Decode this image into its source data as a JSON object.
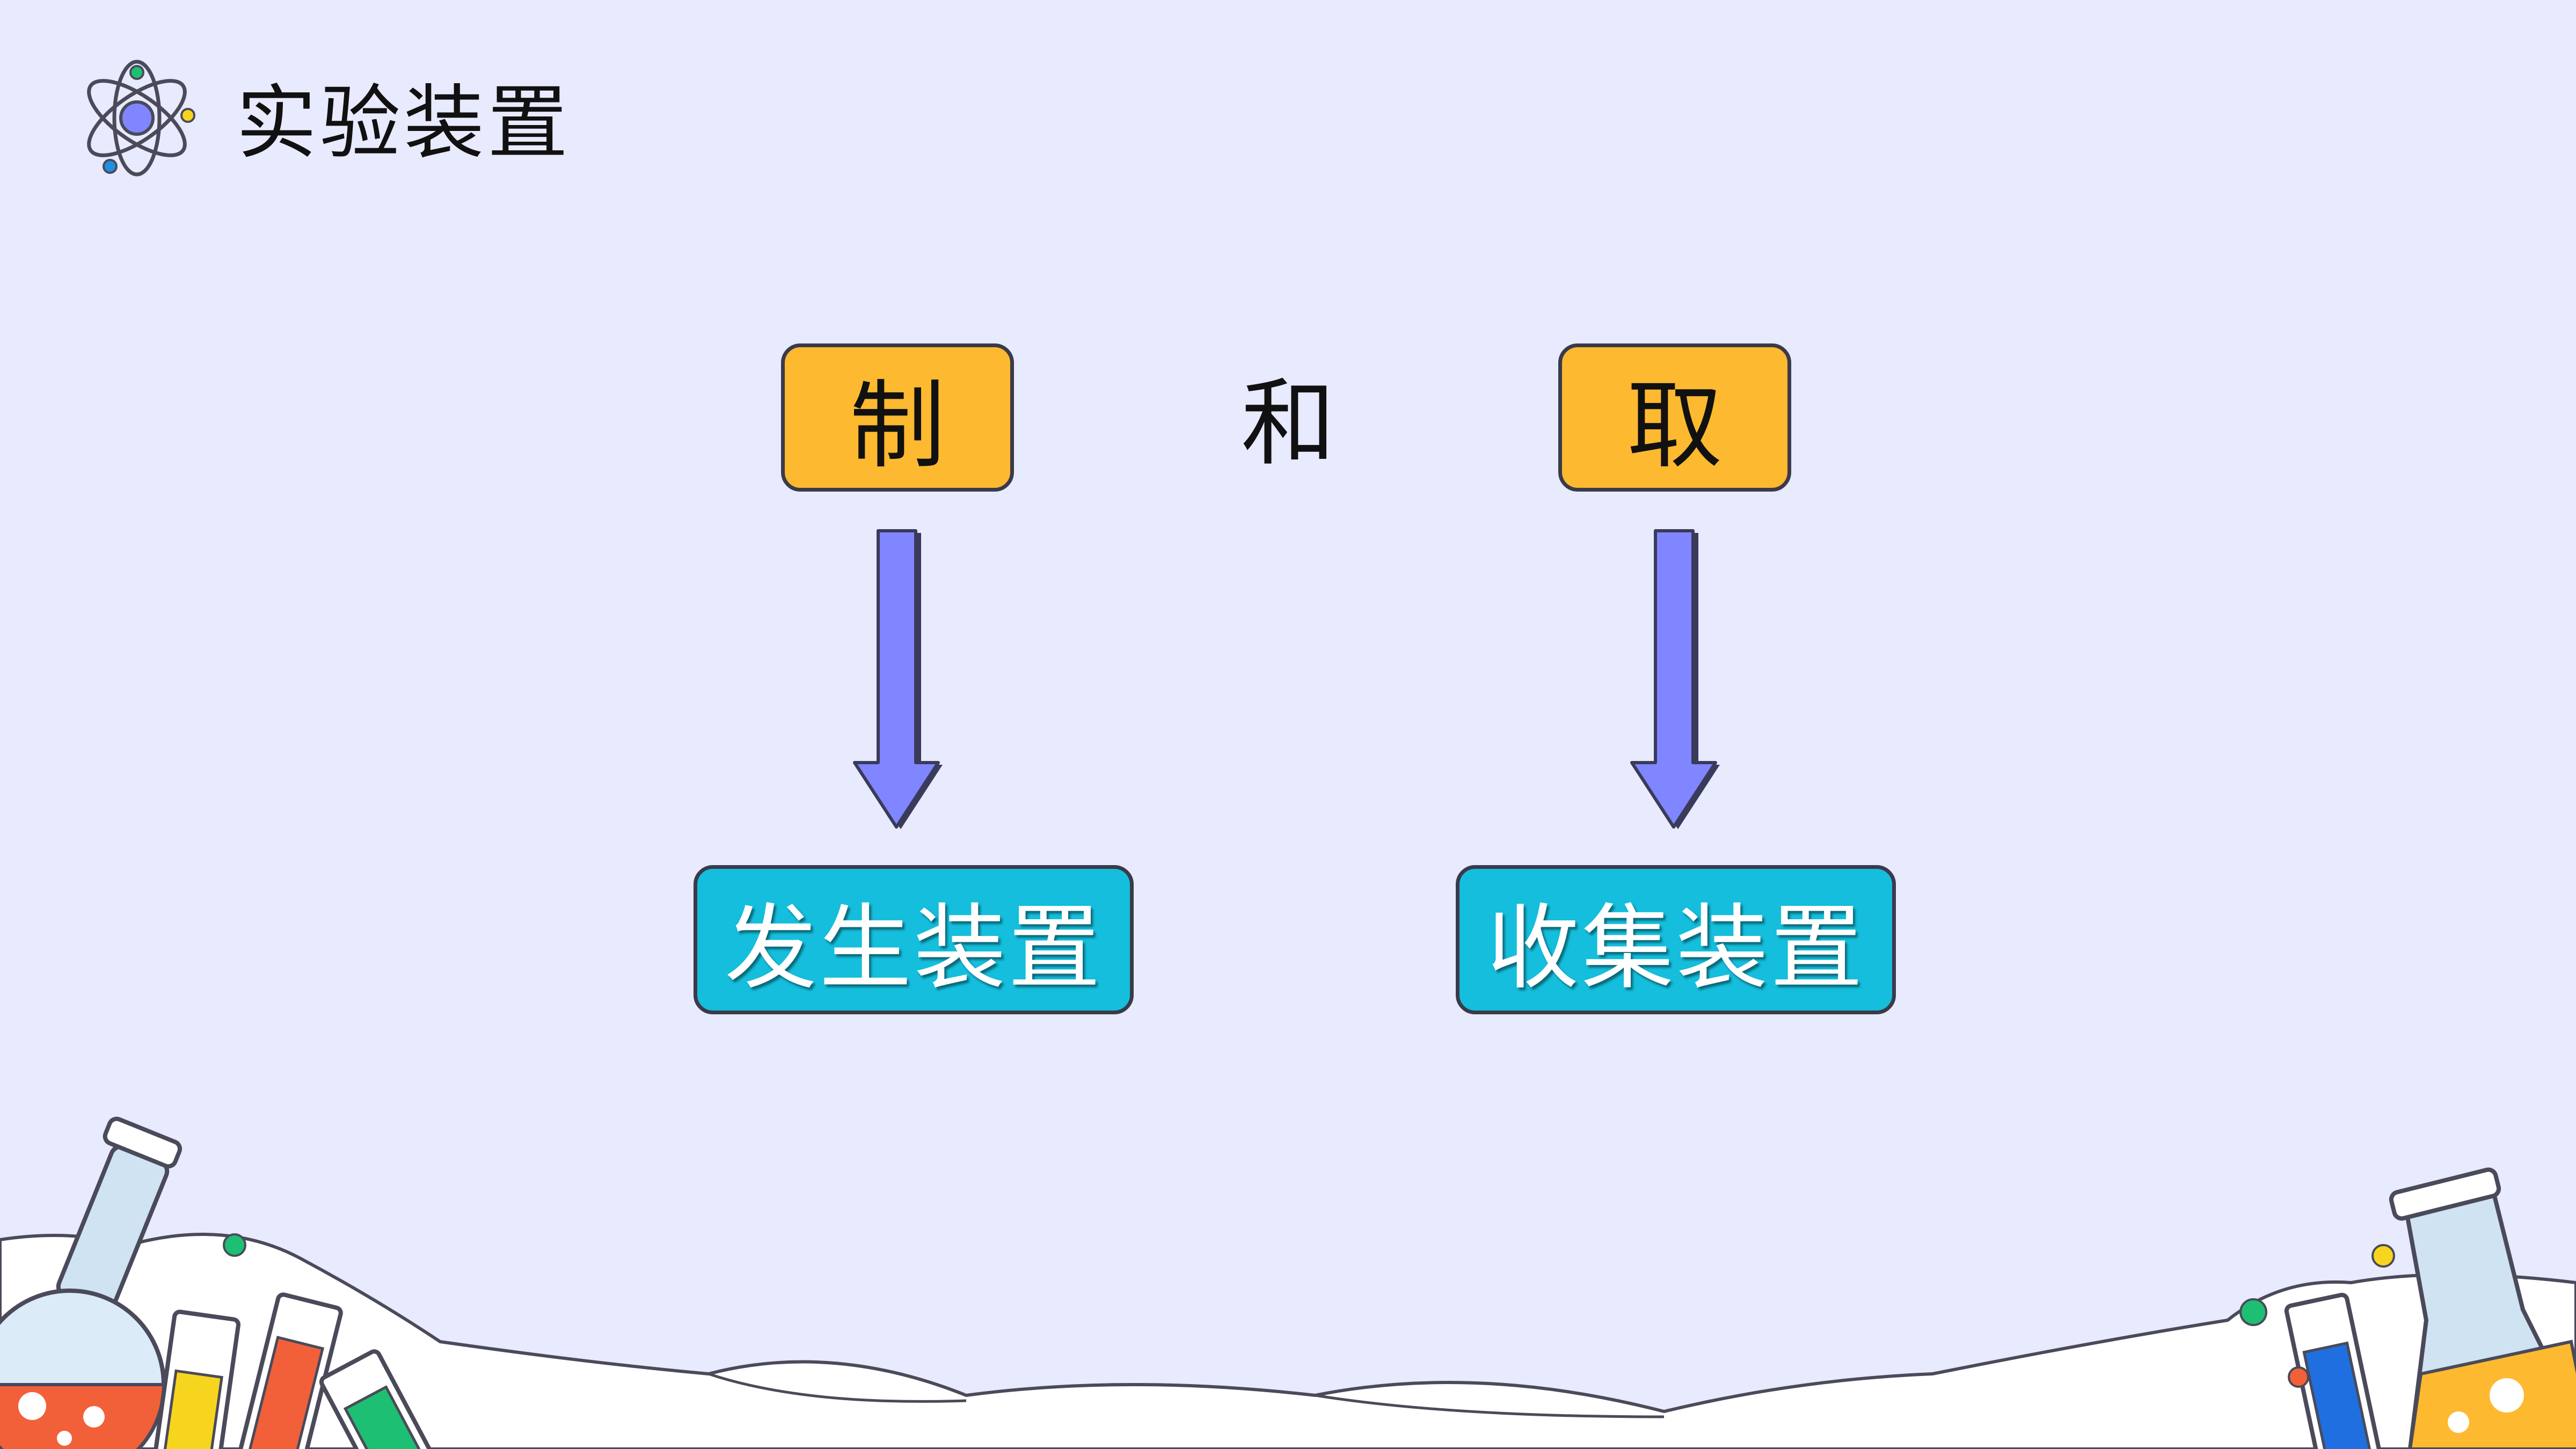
{
  "header": {
    "title": "实验装置",
    "icon": "atom-icon"
  },
  "diagram": {
    "top_left": "制",
    "connector": "和",
    "top_right": "取",
    "bottom_left": "发生装置",
    "bottom_right": "收集装置"
  },
  "colors": {
    "background": "#E8EAFD",
    "top_box": "#FDB930",
    "bottom_box": "#14BEDC",
    "arrow": "#7F86FF",
    "outline": "#3A3A4A"
  }
}
